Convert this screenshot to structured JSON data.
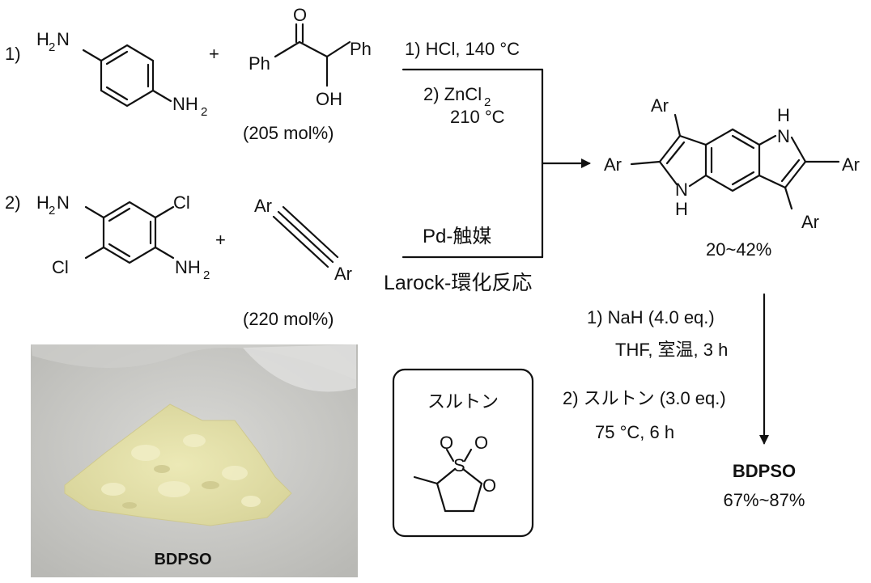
{
  "route1": {
    "label": "1)",
    "amine": {
      "nh2_a": "H",
      "nh2_a_sub": "2",
      "nh2_a_n": "N",
      "nh2_b": "NH",
      "nh2_b_sub": "2"
    },
    "plus": "+",
    "benzoin": {
      "ph_left": "Ph",
      "ph_right": "Ph",
      "o": "O",
      "oh": "OH"
    },
    "amount": "(205 mol%)",
    "step1": "1) HCl, 140 °C",
    "step2_a": "2) ZnCl",
    "step2_sub": "2",
    "step2_b": "210 °C"
  },
  "route2": {
    "label": "2)",
    "amine": {
      "nh2_a": "H",
      "nh2_a_sub": "2",
      "nh2_a_n": "N",
      "cl_top": "Cl",
      "cl_bottom": "Cl",
      "nh2_b": "NH",
      "nh2_b_sub": "2"
    },
    "plus": "+",
    "alkyne": {
      "ar_top": "Ar",
      "ar_bottom": "Ar"
    },
    "amount": "(220 mol%)",
    "catalyst": "Pd-触媒",
    "method": "Larock-環化反応"
  },
  "product": {
    "ar_top": "Ar",
    "ar_left": "Ar",
    "ar_right": "Ar",
    "ar_bottom": "Ar",
    "nh_top_h": "H",
    "nh_top_n": "N",
    "nh_bot_n": "N",
    "nh_bot_h": "H",
    "yield": "20~42%"
  },
  "step2conditions": {
    "line1": "1) NaH (4.0 eq.)",
    "line2": "THF, 室温, 3 h",
    "line3": "2) スルトン (3.0 eq.)",
    "line4": "75 °C, 6 h"
  },
  "final": {
    "name": "BDPSO",
    "yield": "67%~87%"
  },
  "sultone_box": {
    "title": "スルトン",
    "o1": "O",
    "o2": "O",
    "s": "S",
    "o_ring": "O"
  },
  "photo": {
    "label": "BDPSO"
  }
}
